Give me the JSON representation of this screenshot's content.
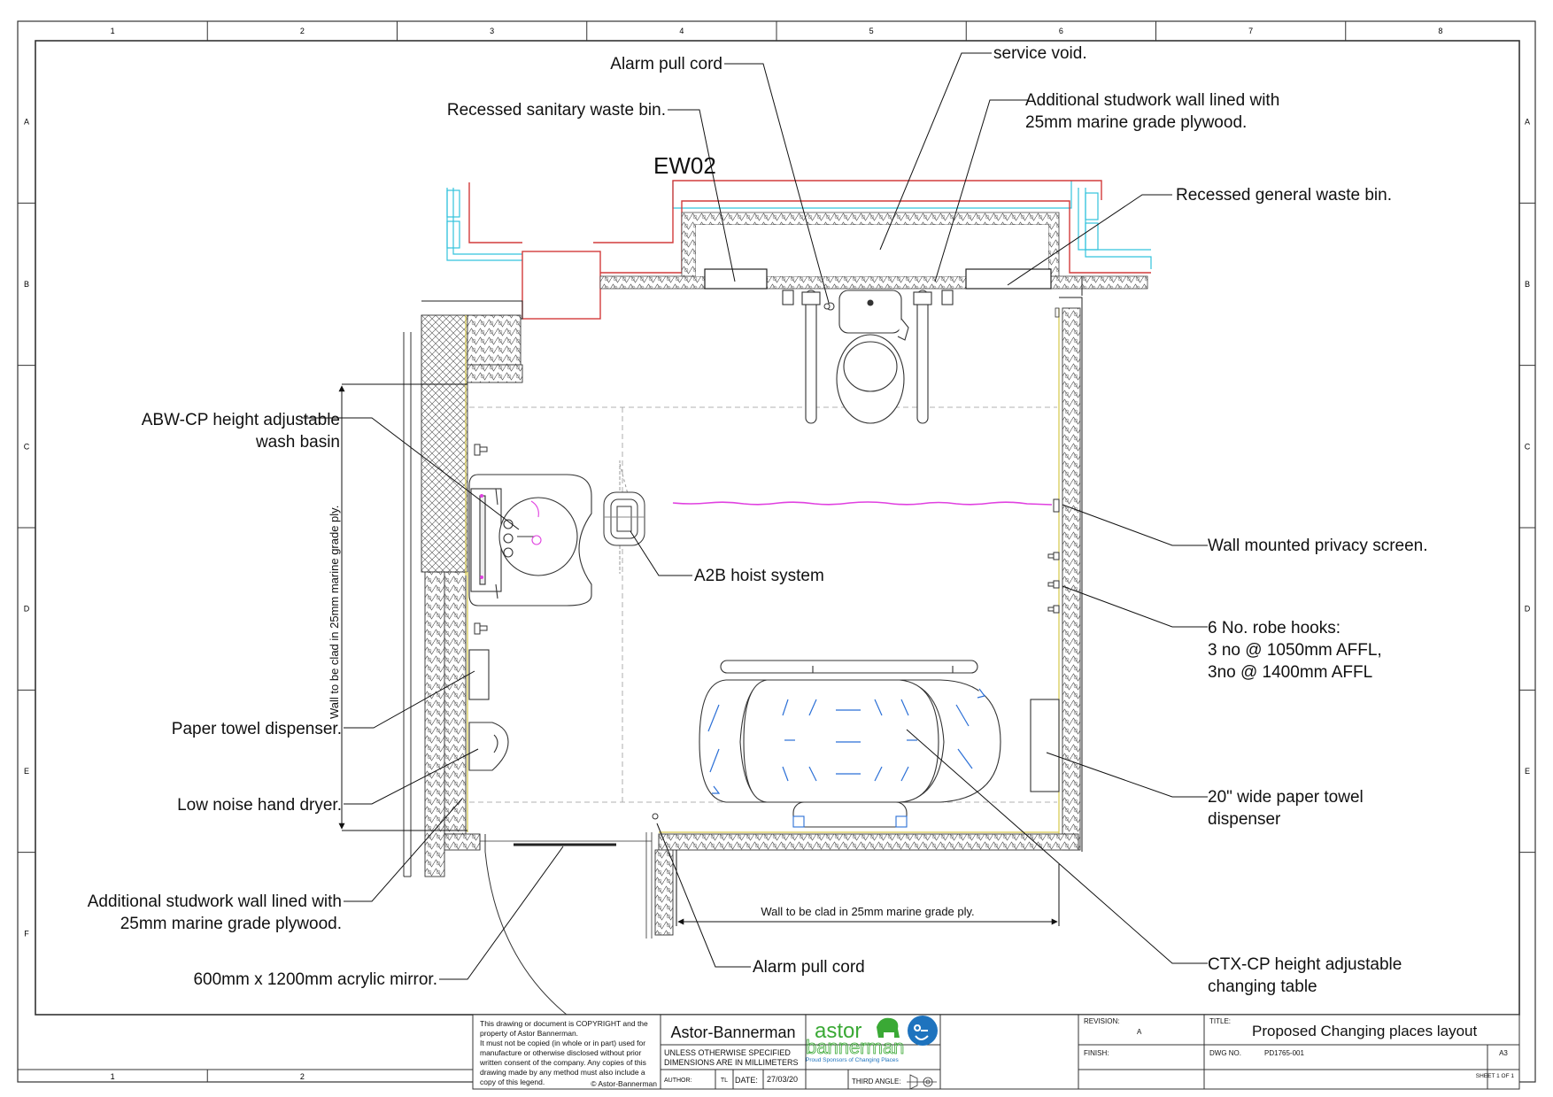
{
  "frame": {
    "columns": [
      "1",
      "2",
      "3",
      "4",
      "5",
      "6",
      "7",
      "8"
    ],
    "rows": [
      "A",
      "B",
      "C",
      "D",
      "E",
      "F"
    ]
  },
  "tag": "EW02",
  "labels": {
    "alarm_top": "Alarm pull cord",
    "service_void": "service void.",
    "sanitary_bin": "Recessed sanitary waste bin.",
    "studwork_top_1": "Additional studwork wall lined with",
    "studwork_top_2": "25mm marine grade plywood.",
    "general_bin": "Recessed general waste bin.",
    "basin_1": "ABW-CP height adjustable",
    "basin_2": "wash basin",
    "privacy": "Wall mounted privacy screen.",
    "hoist": "A2B hoist system",
    "hooks_1": "6 No. robe hooks:",
    "hooks_2": "3 no @ 1050mm AFFL,",
    "hooks_3": "3no @ 1400mm AFFL",
    "paper_towel": "Paper towel dispenser.",
    "towel20_1": "20\" wide paper towel",
    "towel20_2": "dispenser",
    "dryer": "Low noise hand dryer.",
    "studwork_left_1": "Additional studwork wall lined with",
    "studwork_left_2": "25mm marine grade plywood.",
    "mirror": "600mm x 1200mm acrylic mirror.",
    "alarm_bottom": "Alarm pull cord",
    "changing_1": "CTX-CP height adjustable",
    "changing_2": "changing table",
    "wall_clad_vertical": "Wall to be clad in 25mm marine grade ply.",
    "wall_clad_horizontal": "Wall to be clad in 25mm marine grade ply."
  },
  "title_block": {
    "copyright": [
      "This drawing or document is COPYRIGHT and the",
      "property of Astor Bannerman.",
      "It must not be copied (in whole or in part) used for",
      "manufacture or otherwise disclosed without prior",
      "written consent of the company.  Any copies of this",
      "drawing made by any method must also include a",
      "copy of this legend."
    ],
    "copyright_mark": "© Astor-Bannerman",
    "company": "Astor-Bannerman",
    "dimensions_note_1": "UNLESS OTHERWISE SPECIFIED",
    "dimensions_note_2": "DIMENSIONS ARE IN MILLIMETERS",
    "author_label": "AUTHOR:",
    "author": "TL",
    "date_label": "DATE:",
    "date": "27/03/20",
    "logo_word_1": "astor",
    "logo_word_2": "bannerman",
    "logo_tagline": "Proud Sponsors of Changing Places",
    "third_angle": "THIRD ANGLE:",
    "revision_label": "REVISION:",
    "revision": "A",
    "finish_label": "FINISH:",
    "title_label": "TITLE:",
    "title": "Proposed Changing places layout",
    "dwg_label": "DWG NO.",
    "dwg_no": "PD1765-001",
    "size": "A3",
    "sheet": "SHEET 1 OF 1"
  },
  "colors": {
    "line": "#222222",
    "wall_red": "#d23b3b",
    "cyan": "#33c3dd",
    "magenta": "#e040e0",
    "yellow": "#d6c84a",
    "blue": "#2b6fd6",
    "logo_green": "#3aa935",
    "logo_blue": "#1e73be"
  }
}
